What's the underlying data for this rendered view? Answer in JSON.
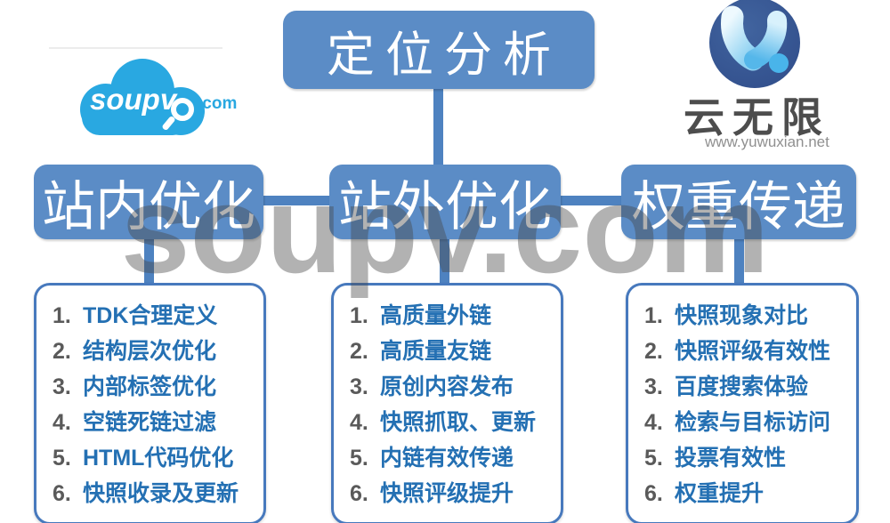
{
  "page": {
    "watermark": "soupv.com"
  },
  "logos": {
    "soupv": {
      "name": "soupv",
      "tld": ".com"
    },
    "yunwuxian": {
      "title": "云无限",
      "website": "www.yuwuxian.net"
    }
  },
  "diagram": {
    "root": {
      "label": "定位分析"
    },
    "branches": [
      {
        "label": "站内优化",
        "items": [
          {
            "num": "1.",
            "text": "TDK合理定义"
          },
          {
            "num": "2.",
            "text": "结构层次优化"
          },
          {
            "num": "3.",
            "text": "内部标签优化"
          },
          {
            "num": "4.",
            "text": "空链死链过滤"
          },
          {
            "num": "5.",
            "text": "HTML代码优化"
          },
          {
            "num": "6.",
            "text": "快照收录及更新"
          }
        ]
      },
      {
        "label": "站外优化",
        "items": [
          {
            "num": "1.",
            "text": "高质量外链"
          },
          {
            "num": "2.",
            "text": "高质量友链"
          },
          {
            "num": "3.",
            "text": "原创内容发布"
          },
          {
            "num": "4.",
            "text": "快照抓取、更新"
          },
          {
            "num": "5.",
            "text": "内链有效传递"
          },
          {
            "num": "6.",
            "text": "快照评级提升"
          }
        ]
      },
      {
        "label": "权重传递",
        "items": [
          {
            "num": "1.",
            "text": "快照现象对比"
          },
          {
            "num": "2.",
            "text": "快照评级有效性"
          },
          {
            "num": "3.",
            "text": "百度搜索体验"
          },
          {
            "num": "4.",
            "text": "检索与目标访问"
          },
          {
            "num": "5.",
            "text": "投票有效性"
          },
          {
            "num": "6.",
            "text": "权重提升"
          }
        ]
      }
    ]
  },
  "colors": {
    "node_fill": "#5b8cc6",
    "connector": "#4e82c0",
    "list_border": "#4779bd",
    "list_text": "#2470b3",
    "list_number": "#5a5a5a",
    "watermark_gray": "#7a7a7a",
    "cloud_blue": "#29a8e1",
    "logo_circle_navy": "#35518f",
    "logo_text_gray": "#4d4d4d"
  }
}
